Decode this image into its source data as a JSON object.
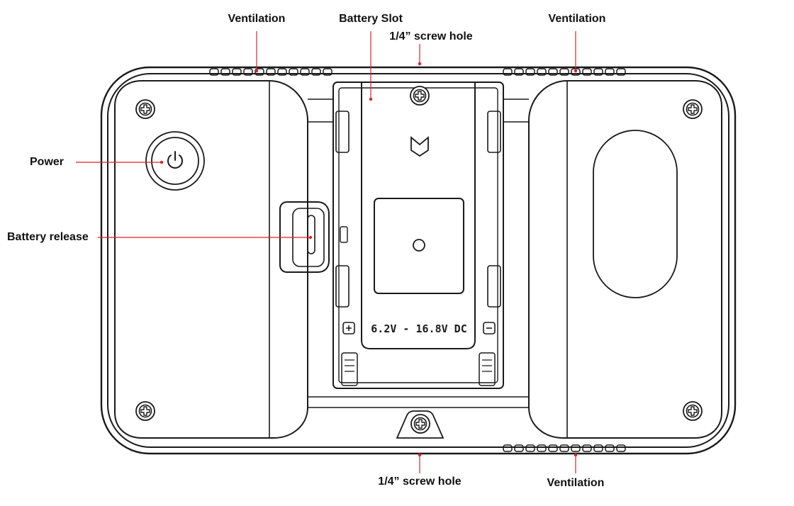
{
  "labels": {
    "ventilation_top_left": "Ventilation",
    "battery_slot": "Battery Slot",
    "screw_hole_top": "1/4” screw hole",
    "ventilation_top_right": "Ventilation",
    "power": "Power",
    "battery_release": "Battery release",
    "screw_hole_bottom": "1/4” screw hole",
    "ventilation_bottom": "Ventilation"
  },
  "device": {
    "voltage_marking": "6.2V - 16.8V DC"
  },
  "icons": [
    "power-icon",
    "screw-icon",
    "plus-terminal-icon",
    "minus-terminal-icon",
    "brand-logo-icon"
  ],
  "colors": {
    "outline": "#1a1a1a",
    "leader_line": "#d8232a",
    "label_text": "#111111"
  }
}
